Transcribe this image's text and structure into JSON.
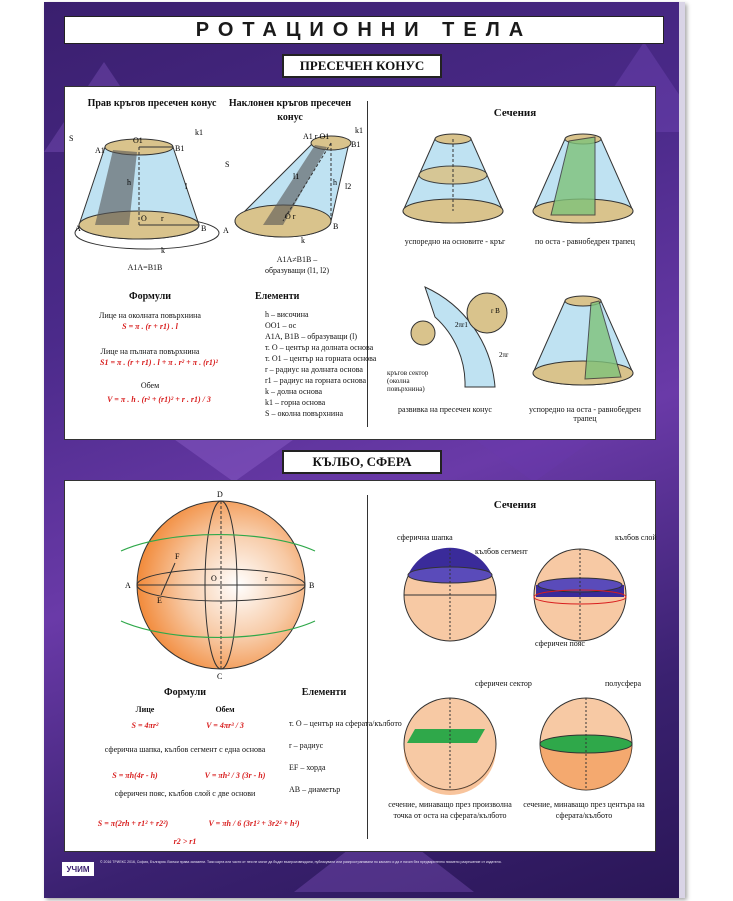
{
  "title": "РОТАЦИОННИ ТЕЛА",
  "cone_section": {
    "label": "ПРЕСЕЧЕН КОНУС",
    "right_cone_title": "Прав кръгов пресечен конус",
    "oblique_cone_title": "Наклонен кръгов пресечен конус",
    "right_cone_caption": "A1A=B1B",
    "oblique_cone_caption1": "A1A≠B1B –",
    "oblique_cone_caption2": "образуващи (l1, l2)",
    "formulas_title": "Формули",
    "f1_label": "Лице на околната повърхнина",
    "f1": "S = π . (r + r1) . l",
    "f2_label": "Лице на пълната повърхнина",
    "f2": "S1 = π . (r + r1) . l + π . r² + π . (r1)²",
    "f3_label": "Обем",
    "f3": "V = π . h . (r² + (r1)² + r . r1) / 3",
    "elements_title": "Елементи",
    "elements": [
      "h – височина",
      "OO1 – ос",
      "A1A, B1B – образуващи (l)",
      "т. O – център на долната основа",
      "т. O1 – център на горната основа",
      "r – радиус на долната основа",
      "r1 – радиус на горната основа",
      "k – долна основа",
      "k1 – горна основа",
      "S – околна повърхнина"
    ],
    "sections_title": "Сечения",
    "sec1": "успоредно на основите - кръг",
    "sec2": "по оста - равнобедрен трапец",
    "sec3": "развивка на пресечен конус",
    "sec3_note": "кръгов сектор (околна повърхнина)",
    "sec4": "успоредно на оста - равнобедрен трапец"
  },
  "sphere_section": {
    "label": "КЪЛБО, СФЕРА",
    "points": [
      "D",
      "F",
      "A",
      "E",
      "O",
      "r",
      "B",
      "C"
    ],
    "formulas_title": "Формули",
    "area_label": "Лице",
    "area": "S = 4πr²",
    "volume_label": "Обем",
    "volume": "V = 4πr³ / 3",
    "cap_label": "сферична шапка, кълбов сегмент с една основа",
    "cap_area": "S = πh(4r - h)",
    "cap_volume": "V = πh² / 3 (3r - h)",
    "zone_label": "сферичен пояс, кълбов слой с две основи",
    "zone_area": "S = π(2rh + r1² + r2²)",
    "zone_volume": "V = πh / 6 (3r1² + 3r2² + h²)",
    "zone_cond": "r2 > r1",
    "elements_title": "Елементи",
    "elements": [
      "т. O – център на сферата/кълбото",
      "r – радиус",
      "EF – хорда",
      "AB – диаметър"
    ],
    "sections_title": "Сечения",
    "cap_tag": "сферична шапка",
    "segment_tag": "кълбов сегмент",
    "layer_tag": "кълбов слой",
    "belt_tag": "сферичен пояс",
    "sector_tag": "сферичен сектор",
    "hemisphere_tag": "полусфера",
    "sec_a": "сечение, минаващо през произволна точка от оста на сферата/кълбото",
    "sec_b": "сечение, минаващо през центъра на сферата/кълбото"
  },
  "footer": {
    "logo": "УЧИМ",
    "text": "© 2016 ТРИЕКС 2016, София, България. Всички права запазени. Тази карта или части от нея не могат да бъдат възпроизвеждани, публикувани или разпространявани по какъвто и да е начин без предварително писмено разрешение от издателя."
  },
  "colors": {
    "background": "#4b2a8a",
    "cone_blue": "#bfe2f2",
    "cone_tan": "#d9c38c",
    "sphere_orange": "#f28a3a",
    "cap_purple": "#3a2b9a",
    "section_green": "#2fa84a",
    "formula_red": "#d81e1e"
  }
}
